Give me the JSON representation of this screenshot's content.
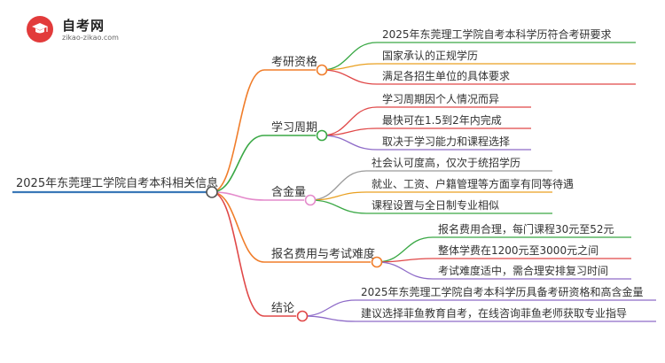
{
  "logo": {
    "title": "自考网",
    "subtitle": "zikao-zikao.com",
    "icon": "graduation-cap-icon"
  },
  "root": {
    "label": "2025年东莞理工学院自考本科相关信息",
    "color": "#3a78b8"
  },
  "branches": [
    {
      "label": "考研资格",
      "color": "#f07d2a",
      "children": [
        {
          "label": "2025年东莞理工学院自考本科学历符合考研要求",
          "color": "#3aa845"
        },
        {
          "label": "国家承认的正规学历",
          "color": "#e9a020"
        },
        {
          "label": "满足各招生单位的具体要求",
          "color": "#e04848"
        }
      ]
    },
    {
      "label": "学习周期",
      "color": "#3aa845",
      "children": [
        {
          "label": "学习周期因个人情况而异",
          "color": "#e04848"
        },
        {
          "label": "最快可在1.5到2年内完成",
          "color": "#e04848"
        },
        {
          "label": "取决于学习能力和课程选择",
          "color": "#8e6bc8"
        }
      ]
    },
    {
      "label": "含金量",
      "color": "#e48acb",
      "children": [
        {
          "label": "社会认可度高，仅次于统招学历",
          "color": "#9a9a9a"
        },
        {
          "label": "就业、工资、户籍管理等方面享有同等待遇",
          "color": "#e9a020"
        },
        {
          "label": "课程设置与全日制专业相似",
          "color": "#3aa845"
        }
      ]
    },
    {
      "label": "报名费用与考试难度",
      "color": "#f07d2a",
      "children": [
        {
          "label": "报名费用合理，每门课程30元至52元",
          "color": "#3aa845"
        },
        {
          "label": "整体学费在1200元至3000元之间",
          "color": "#e04848"
        },
        {
          "label": "考试难度适中，需合理安排复习时间",
          "color": "#8e6bc8"
        }
      ]
    },
    {
      "label": "结论",
      "color": "#e04848",
      "children": [
        {
          "label": "2025年东莞理工学院自考本科学历具备考研资格和高含金量",
          "color": "#8e6bc8"
        },
        {
          "label": "建议选择菲鱼教育自考，在线咨询菲鱼老师获取专业指导",
          "color": "#8e6bc8"
        }
      ]
    }
  ]
}
